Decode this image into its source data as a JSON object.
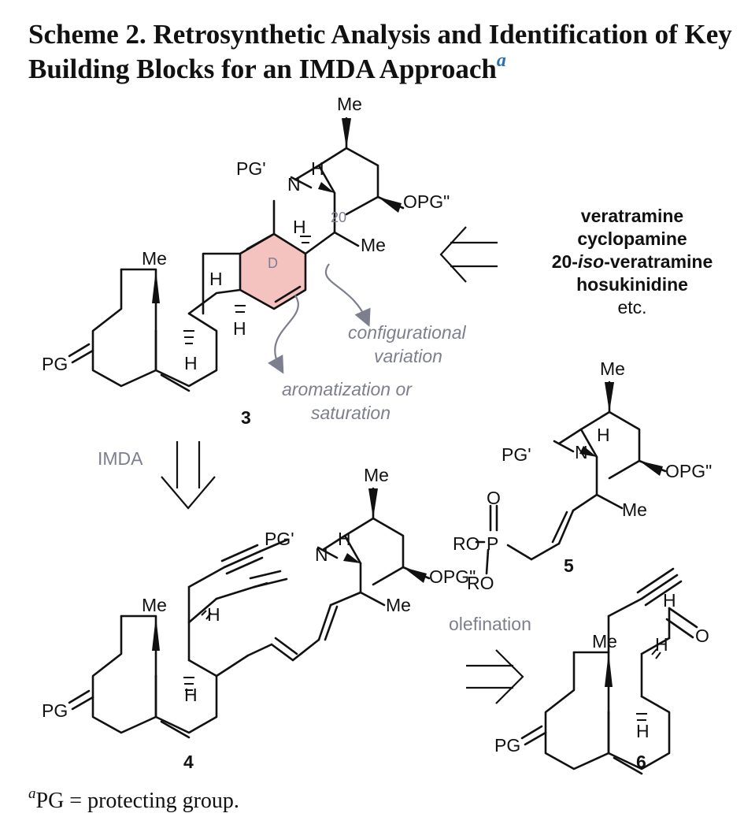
{
  "scheme": {
    "title_line1": "Scheme 2. Retrosynthetic Analysis and Identification of Key",
    "title_line2": "Building Blocks for an IMDA Approach",
    "title_footnote_mark": "a",
    "footnote_mark": "a",
    "footnote_text": "PG = protecting group."
  },
  "compound_labels": {
    "c3": "3",
    "c4": "4",
    "c5": "5",
    "c6": "6"
  },
  "natural_products": [
    "veratramine",
    "cyclopamine",
    "20-",
    "iso",
    "-veratramine",
    "hosukinidine",
    "etc."
  ],
  "annotations": {
    "config_line1": "configurational",
    "config_line2": "variation",
    "arom_line1": "aromatization or",
    "arom_line2": "saturation",
    "imda": "IMDA",
    "olefination": "olefination",
    "ring_d": "D",
    "c20": "20"
  },
  "atoms": {
    "me": "Me",
    "pg": "PG",
    "pg1": "PG'",
    "n": "N",
    "h": "H",
    "opg2": "OPG\"",
    "o": "O",
    "p": "P",
    "ro": "RO"
  },
  "colors": {
    "ring_d_fill": "#f4c3c0",
    "annotation_grey": "#7d7f8f",
    "footnote_mark_blue": "#2a6fb5"
  }
}
